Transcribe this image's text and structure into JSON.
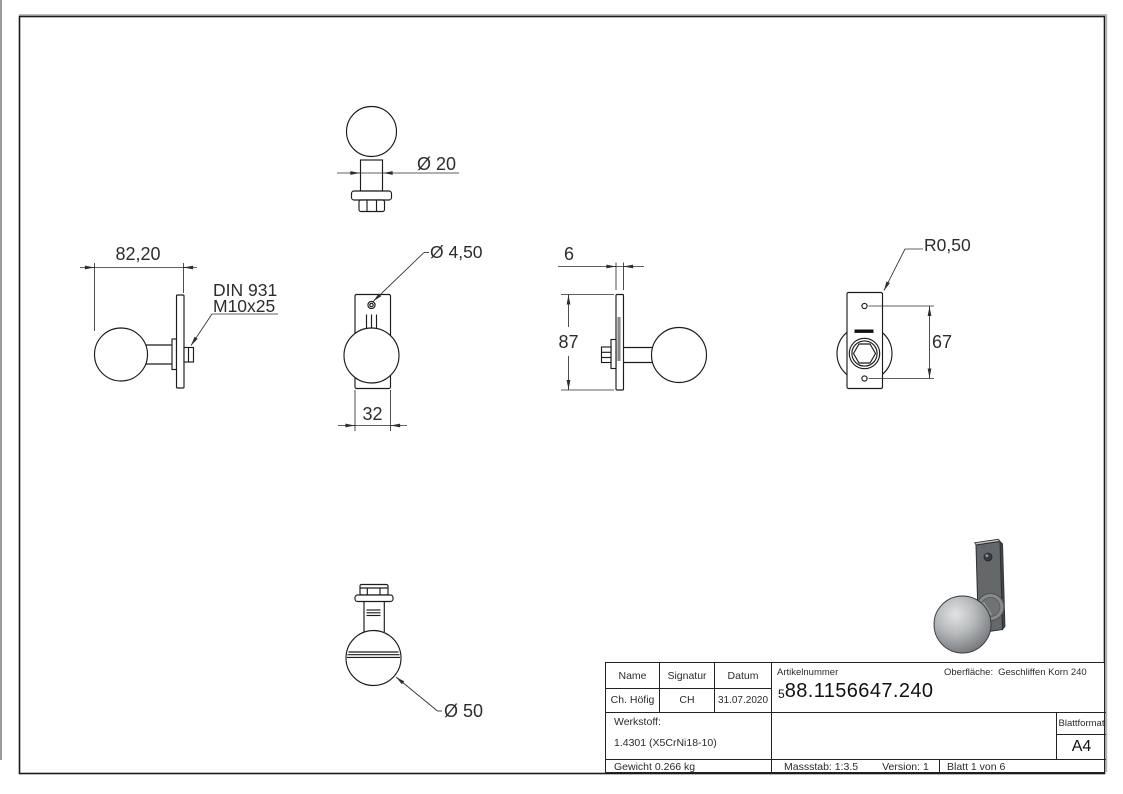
{
  "dims": {
    "top_diameter": "Ø 20",
    "overall_length": "82,20",
    "bolt_note_line1": "DIN 931",
    "bolt_note_line2": "M10x25",
    "hole_diameter": "Ø 4,50",
    "plate_width": "32",
    "plate_thickness": "6",
    "plate_height": "87",
    "corner_radius": "R0,50",
    "hole_spacing": "67",
    "ball_diameter": "Ø 50"
  },
  "title_block": {
    "name_label": "Name",
    "signatur_label": "Signatur",
    "datum_label": "Datum",
    "name_value": "Ch. Höfig",
    "signatur_value": "CH",
    "datum_value": "31.07.2020",
    "artikelnummer_label": "Artikelnummer",
    "artikelnummer_prefix": "5",
    "artikelnummer_value": "88.1156647.240",
    "oberflaeche_label": "Oberfläche:",
    "oberflaeche_value": "Geschliffen Korn 240",
    "werkstoff_label": "Werkstoff:",
    "werkstoff_value": "1.4301 (X5CrNi18-10)",
    "gewicht": "Gewicht 0.266 kg",
    "massstab": "Massstab: 1:3.5",
    "version": "Version: 1",
    "blatt": "Blatt 1 von 6",
    "blattformat_label": "Blattformat",
    "blattformat_value": "A4"
  }
}
